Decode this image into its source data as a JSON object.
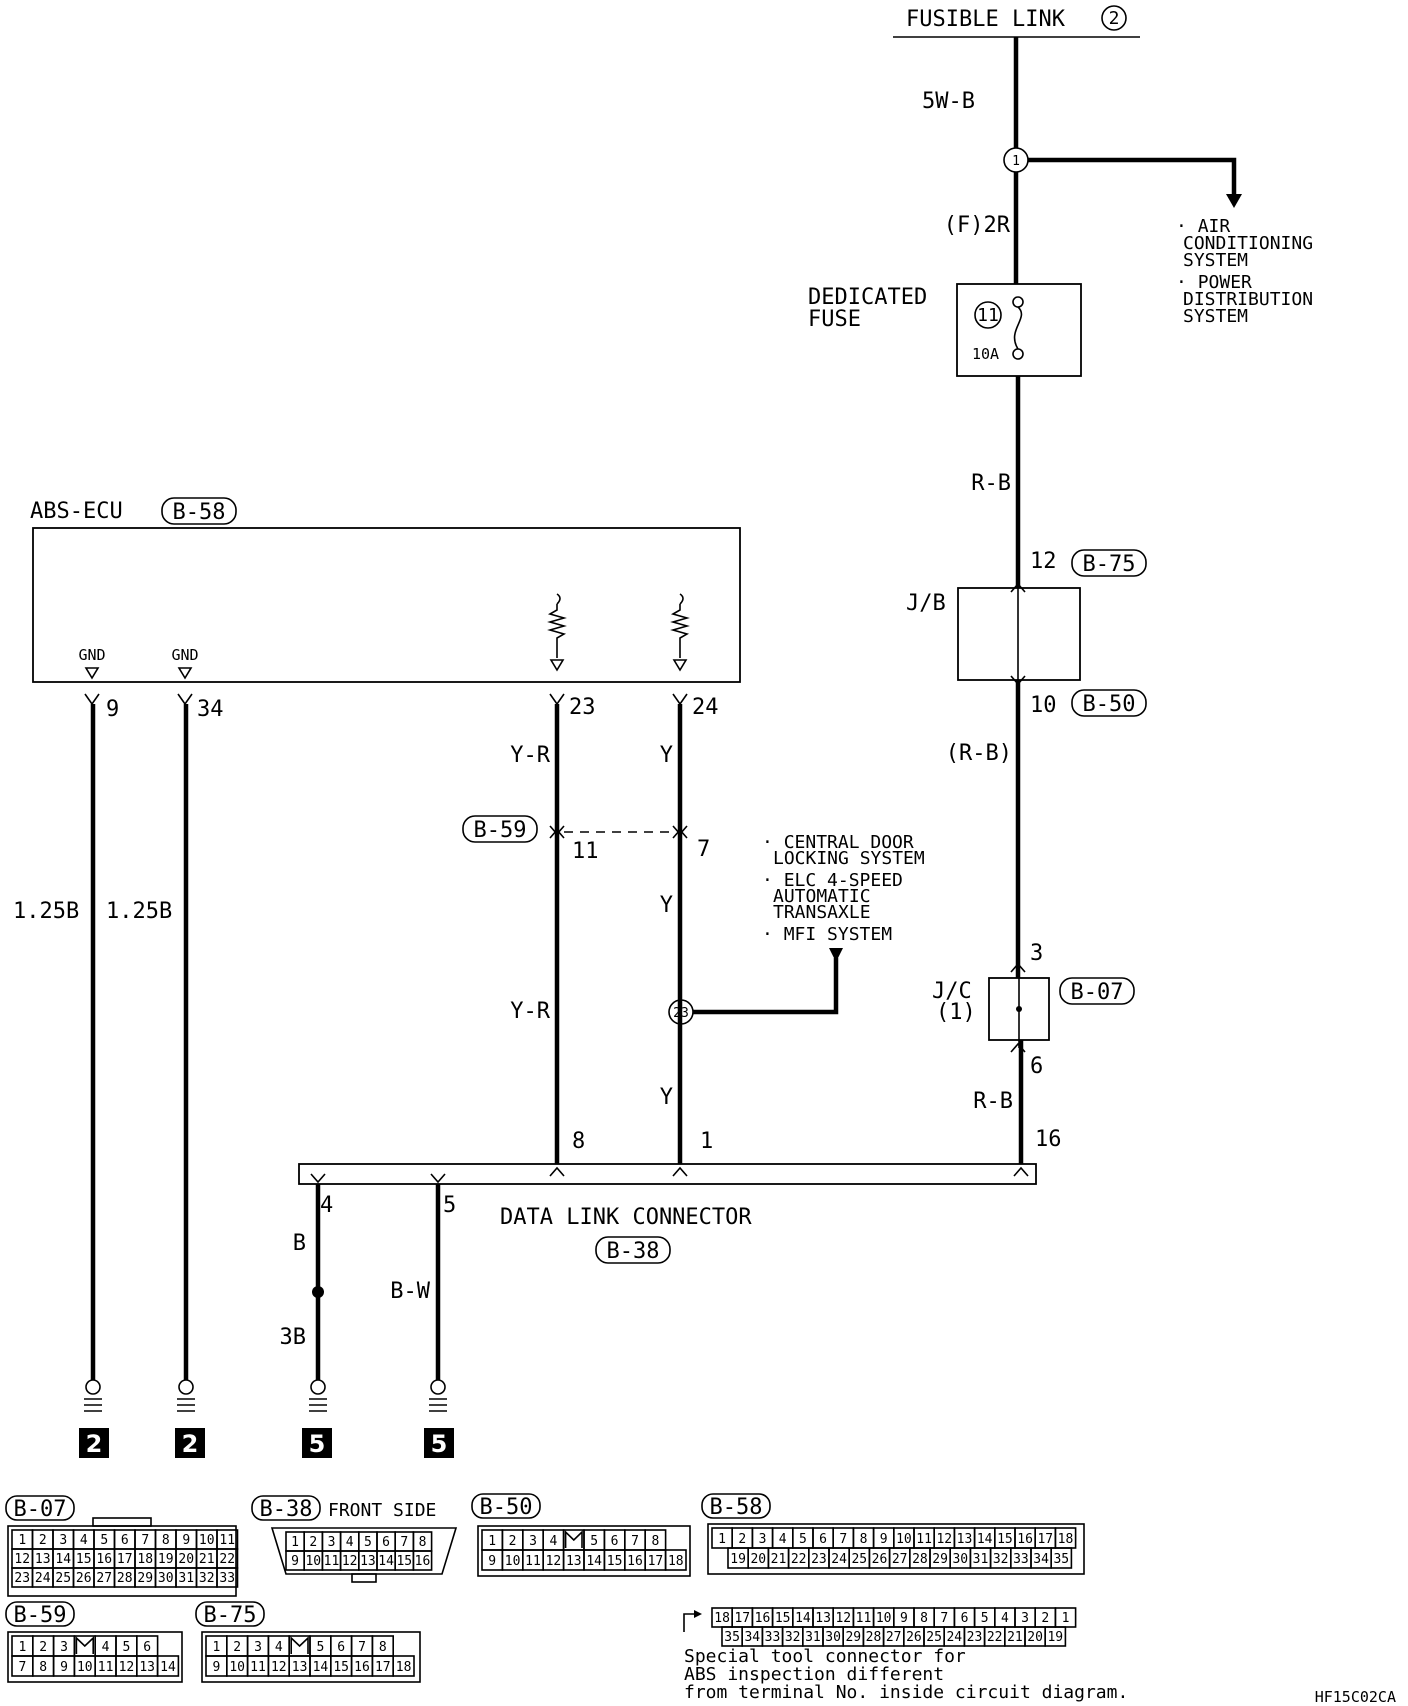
{
  "fusible_link": "FUSIBLE LINK",
  "fusible_link_num": "2",
  "wire_5wb": "5W-B",
  "splice_1": "1",
  "wire_f2r": "(F)2R",
  "branch_systems": [
    "AIR",
    "CONDITIONING",
    "SYSTEM",
    "POWER",
    "DISTRIBUTION",
    "SYSTEM"
  ],
  "dedicated_fuse": [
    "DEDICATED",
    "FUSE"
  ],
  "fuse_num": "11",
  "fuse_rating": "10A",
  "wire_rb_1": "R-B",
  "jb_label": "J/B",
  "jb_pin_top": "12",
  "jb_conn_top": "B-75",
  "jb_pin_bottom": "10",
  "jb_conn_bottom": "B-50",
  "wire_rb_paren": "(R-B)",
  "jc_label": "J/C",
  "jc_sub": "(1)",
  "jc_pin_top": "3",
  "jc_conn": "B-07",
  "jc_pin_bottom": "6",
  "wire_rb_2": "R-B",
  "dlc_pin_16": "16",
  "abs_ecu": "ABS-ECU",
  "abs_conn": "B-58",
  "gnd_label": "GND",
  "abs_pins": [
    "9",
    "34",
    "23",
    "24"
  ],
  "wire_125b": "1.25B",
  "wire_yr": "Y-R",
  "wire_y": "Y",
  "b59_conn": "B-59",
  "b59_pins": [
    "11",
    "7"
  ],
  "other_systems": [
    "CENTRAL DOOR",
    "LOCKING SYSTEM",
    "ELC 4-SPEED",
    "AUTOMATIC",
    "TRANSAXLE",
    "MFI SYSTEM"
  ],
  "splice_23": "23",
  "dlc_pins": [
    "8",
    "1",
    "4",
    "5"
  ],
  "dlc_name": "DATA LINK CONNECTOR",
  "dlc_conn": "B-38",
  "wire_b": "B",
  "wire_3b": "3B",
  "wire_bw": "B-W",
  "ground_nums": [
    "2",
    "2",
    "5",
    "5"
  ],
  "connectors": {
    "b07": {
      "label": "B-07",
      "rows": [
        [
          "1",
          "2",
          "3",
          "4",
          "5",
          "6",
          "7",
          "8",
          "9",
          "10",
          "11"
        ],
        [
          "12",
          "13",
          "14",
          "15",
          "16",
          "17",
          "18",
          "19",
          "20",
          "21",
          "22"
        ],
        [
          "23",
          "24",
          "25",
          "26",
          "27",
          "28",
          "29",
          "30",
          "31",
          "32",
          "33"
        ]
      ]
    },
    "b38": {
      "label": "B-38",
      "side": "FRONT SIDE",
      "rows": [
        [
          "1",
          "2",
          "3",
          "4",
          "5",
          "6",
          "7",
          "8"
        ],
        [
          "9",
          "10",
          "11",
          "12",
          "13",
          "14",
          "15",
          "16"
        ]
      ]
    },
    "b50": {
      "label": "B-50",
      "rows": [
        [
          "1",
          "2",
          "3",
          "4",
          "",
          "5",
          "6",
          "7",
          "8"
        ],
        [
          "9",
          "10",
          "11",
          "12",
          "13",
          "14",
          "15",
          "16",
          "17",
          "18"
        ]
      ]
    },
    "b58": {
      "label": "B-58",
      "rows": [
        [
          "1",
          "2",
          "3",
          "4",
          "5",
          "6",
          "7",
          "8",
          "9",
          "10",
          "11",
          "12",
          "13",
          "14",
          "15",
          "16",
          "17",
          "18"
        ],
        [
          "19",
          "20",
          "21",
          "22",
          "23",
          "24",
          "25",
          "26",
          "27",
          "28",
          "29",
          "30",
          "31",
          "32",
          "33",
          "34",
          "35"
        ]
      ]
    },
    "b58_special": {
      "rows": [
        [
          "18",
          "17",
          "16",
          "15",
          "14",
          "13",
          "12",
          "11",
          "10",
          "9",
          "8",
          "7",
          "6",
          "5",
          "4",
          "3",
          "2",
          "1"
        ],
        [
          "35",
          "34",
          "33",
          "32",
          "31",
          "30",
          "29",
          "28",
          "27",
          "26",
          "25",
          "24",
          "23",
          "22",
          "21",
          "20",
          "19"
        ]
      ]
    },
    "b59": {
      "label": "B-59",
      "rows": [
        [
          "1",
          "2",
          "3",
          "",
          "4",
          "5",
          "6"
        ],
        [
          "7",
          "8",
          "9",
          "10",
          "11",
          "12",
          "13",
          "14"
        ]
      ]
    },
    "b75": {
      "label": "B-75",
      "rows": [
        [
          "1",
          "2",
          "3",
          "4",
          "",
          "5",
          "6",
          "7",
          "8"
        ],
        [
          "9",
          "10",
          "11",
          "12",
          "13",
          "14",
          "15",
          "16",
          "17",
          "18"
        ]
      ]
    }
  },
  "special_note": [
    "Special tool connector for",
    "ABS inspection different",
    "from terminal No. inside circuit diagram."
  ],
  "drawing_code": "HF15C02CA"
}
